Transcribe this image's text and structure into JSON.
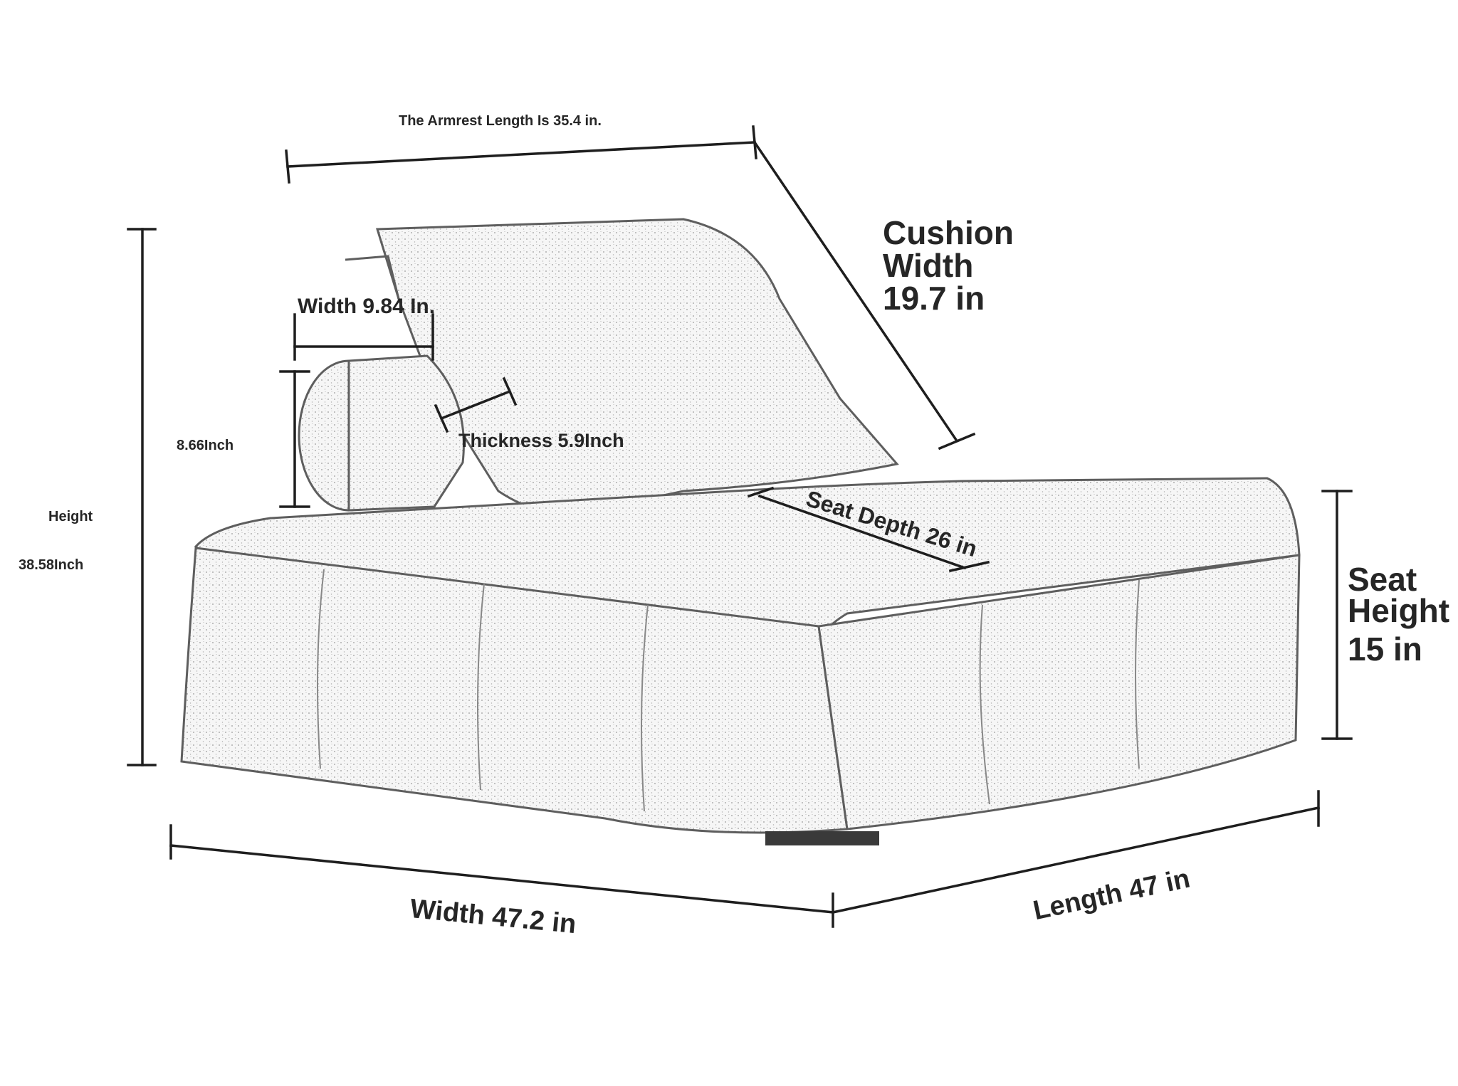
{
  "labels": {
    "armrest_length": "The Armrest Length Is 35.4 in.",
    "cushion_width": [
      "Cushion",
      "Width",
      "19.7 in"
    ],
    "pillow_width": "Width 9.84 In.",
    "pillow_height": "8.66Inch",
    "pillow_thickness": "Thickness 5.9Inch",
    "height_word": "Height",
    "height_value": "38.58Inch",
    "seat_depth": "Seat Depth 26 in",
    "seat_height": [
      "Seat",
      "Height",
      "15 in"
    ],
    "width": "Width 47.2 in",
    "length": "Length 47 in"
  },
  "colors": {
    "line": "#1e1e1e",
    "sketch": "#6a6a6a",
    "fabric": "#f4f4f4",
    "text": "#262626"
  }
}
